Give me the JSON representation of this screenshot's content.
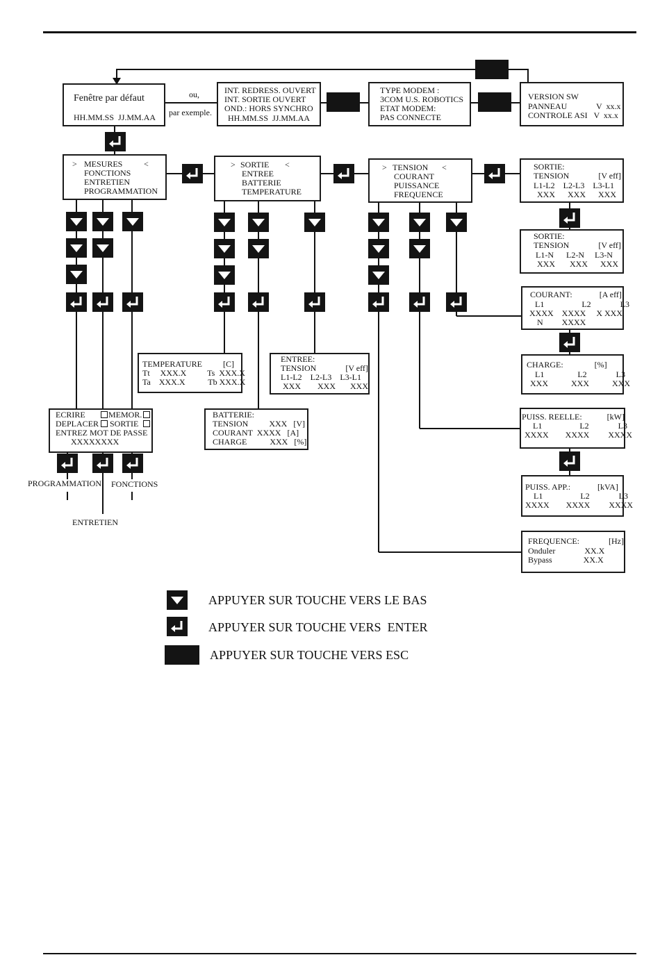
{
  "default_window": {
    "title": "Fenêtre par défaut",
    "time": "HH.MM.SS  JJ.MM.AA"
  },
  "or_label": {
    "top": "ou,",
    "bottom": "par exemple."
  },
  "alarm_box": {
    "l1": "INT. REDRESS. OUVERT",
    "l2": "INT. SORTIE OUVERT",
    "l3": "OND.: HORS SYNCHRO",
    "l4": "HH.MM.SS  JJ.MM.AA"
  },
  "modem_box": {
    "l1": "TYPE MODEM :",
    "l2": "3COM U.S. ROBOTICS",
    "l3": "ETAT MODEM:",
    "l4": "PAS CONNECTE"
  },
  "version_box": {
    "l1": "VERSION SW",
    "l2": "PANNEAU              V  xx.x",
    "l3": "CONTROLE ASI   V  xx.x"
  },
  "main_menu": {
    "sel": ">",
    "l1": "MESURES",
    "caret": "<",
    "l2": "FONCTIONS",
    "l3": "ENTRETIEN",
    "l4": "PROGRAMMATION"
  },
  "mes_menu": {
    "sel": ">",
    "l1": "SORTIE",
    "caret": "<",
    "l2": "ENTREE",
    "l3": "BATTERIE",
    "l4": "TEMPERATURE"
  },
  "sortie_menu": {
    "sel": ">",
    "l1": "TENSION",
    "caret": "<",
    "l2": "COURANT",
    "l3": "PUISSANCE",
    "l4": "FREQUENCE"
  },
  "sortie_ll": {
    "l1": "SORTIE:",
    "l2": "TENSION              [V eff]",
    "l3": "L1-L2    L2-L3    L3-L1",
    "l4": " XXX      XXX      XXX"
  },
  "sortie_ln": {
    "l1": "SORTIE:",
    "l2": "TENSION              [V eff]",
    "l3": " L1-N      L2-N     L3-N",
    "l4": " XXX       XXX      XXX"
  },
  "courant": {
    "l1": "COURANT:             [A eff]",
    "l2": "    L1                  L2              L3",
    "l3": "XXXX    XXXX     X XXX",
    "l4": "     N         XXXX"
  },
  "charge": {
    "l1": "CHARGE:               [%]",
    "l2": "    L1                L2              L3",
    "l3": "XXX           XXX           XXX"
  },
  "puiss_reelle": {
    "l1": "PUISS. REELLE:            [kW]",
    "l2": "    L1                  L2              L3",
    "l3": "XXXX        XXXX         XXXX"
  },
  "puiss_app": {
    "l1": "PUISS. APP.:             [kVA]",
    "l2": "    L1                  L2              L3",
    "l3": "XXXX        XXXX         XXXX"
  },
  "frequence": {
    "l1": "FREQUENCE:              [Hz]",
    "l2": "Onduler              XX.X",
    "l3": "Bypass               XX.X"
  },
  "temperature": {
    "l1": "TEMPERATURE          [C]",
    "l2": "Tt     XXX.X          Ts  XXX.X",
    "l3": "Ta    XXX.X           Tb XXX.X"
  },
  "entree": {
    "l1": "ENTREE:",
    "l2": "TENSION              [V eff]",
    "l3": "L1-L2    L2-L3    L3-L1",
    "l4": " XXX        XXX       XXX"
  },
  "batterie": {
    "l1": "BATTERIE:",
    "l2": "TENSION          XXX   [V]",
    "l3": "COURANT  XXXX   [A]",
    "l4": "CHARGE           XXX   [%]"
  },
  "password": {
    "ecrire": "ECRIRE",
    "memor": "MEMOR.",
    "deplacer": "DEPLACER",
    "sortie": "SORTIE",
    "l3": "ENTREZ MOT DE PASSE",
    "l4": "XXXXXXXX"
  },
  "exits": {
    "prog": "PROGRAMMATION",
    "entretien": "ENTRETIEN",
    "fonctions": "FONCTIONS"
  },
  "legend": {
    "down": "APPUYER SUR TOUCHE VERS LE BAS",
    "enter": "APPUYER SUR TOUCHE VERS  ENTER",
    "esc": "APPUYER SUR TOUCHE VERS ESC"
  },
  "icons": {
    "down": "down-arrow-key-icon",
    "enter": "enter-key-icon",
    "esc": "esc-key-icon"
  }
}
